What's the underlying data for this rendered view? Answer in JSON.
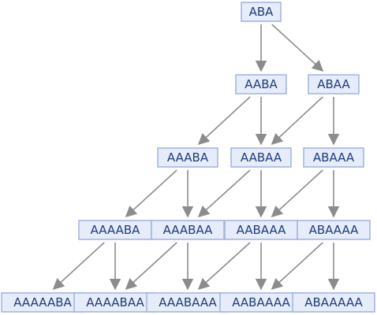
{
  "graph": {
    "nodes": [
      {
        "id": "n0",
        "label": "ABA"
      },
      {
        "id": "n1",
        "label": "AABA"
      },
      {
        "id": "n2",
        "label": "ABAA"
      },
      {
        "id": "n3",
        "label": "AAABA"
      },
      {
        "id": "n4",
        "label": "AABAA"
      },
      {
        "id": "n5",
        "label": "ABAAA"
      },
      {
        "id": "n6",
        "label": "AAAABA"
      },
      {
        "id": "n7",
        "label": "AAABAA"
      },
      {
        "id": "n8",
        "label": "AABAAA"
      },
      {
        "id": "n9",
        "label": "ABAAAA"
      },
      {
        "id": "n10",
        "label": "AAAAABA"
      },
      {
        "id": "n11",
        "label": "AAAABAA"
      },
      {
        "id": "n12",
        "label": "AAABAAA"
      },
      {
        "id": "n13",
        "label": "AABAAAA"
      },
      {
        "id": "n14",
        "label": "ABAAAAA"
      }
    ],
    "edges": [
      {
        "from": "n0",
        "to": "n1"
      },
      {
        "from": "n0",
        "to": "n2"
      },
      {
        "from": "n1",
        "to": "n3"
      },
      {
        "from": "n1",
        "to": "n4"
      },
      {
        "from": "n2",
        "to": "n4"
      },
      {
        "from": "n2",
        "to": "n5"
      },
      {
        "from": "n3",
        "to": "n6"
      },
      {
        "from": "n3",
        "to": "n7"
      },
      {
        "from": "n4",
        "to": "n7"
      },
      {
        "from": "n4",
        "to": "n8"
      },
      {
        "from": "n5",
        "to": "n8"
      },
      {
        "from": "n5",
        "to": "n9"
      },
      {
        "from": "n6",
        "to": "n10"
      },
      {
        "from": "n6",
        "to": "n11"
      },
      {
        "from": "n7",
        "to": "n11"
      },
      {
        "from": "n7",
        "to": "n12"
      },
      {
        "from": "n8",
        "to": "n12"
      },
      {
        "from": "n8",
        "to": "n13"
      },
      {
        "from": "n9",
        "to": "n13"
      },
      {
        "from": "n9",
        "to": "n14"
      }
    ]
  }
}
